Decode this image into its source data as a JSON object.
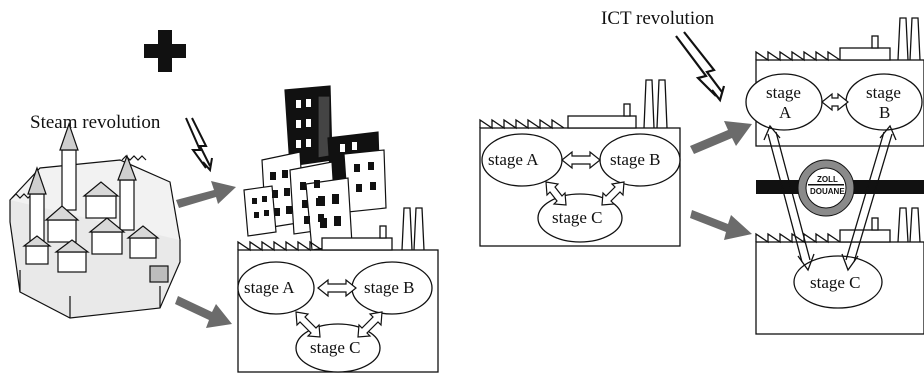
{
  "labels": {
    "steam_revolution": "Steam revolution",
    "ict_revolution": "ICT revolution"
  },
  "factory_1": {
    "stage_a": "stage A",
    "stage_b": "stage B",
    "stage_c": "stage C"
  },
  "factory_2": {
    "stage_a": "stage A",
    "stage_b": "stage B",
    "stage_c": "stage C"
  },
  "split_factory": {
    "stage_a_line1": "stage",
    "stage_a_line2": "A",
    "stage_b_line1": "stage",
    "stage_b_line2": "B",
    "stage_c": "stage C"
  },
  "customs_sign": {
    "line1": "ZOLL",
    "line2": "DOUANE"
  },
  "colors": {
    "line": "#111111",
    "flow_arrow": "#6b6b6b",
    "plus": "#111111",
    "border_bar": "#111111",
    "sign_ring": "#8a8a8a"
  }
}
